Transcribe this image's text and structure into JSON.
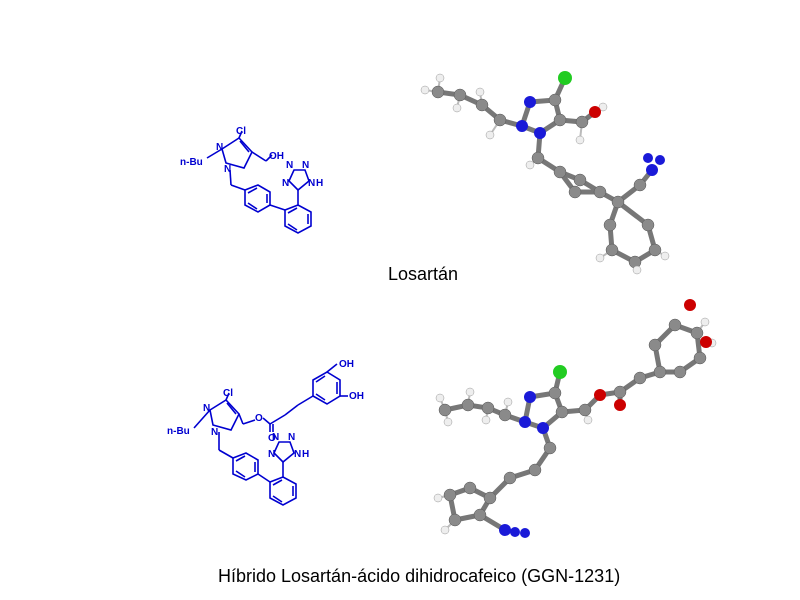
{
  "molecules": [
    {
      "caption": "Losartán",
      "labels": {
        "cl": "Cl",
        "nbu": "n-Bu",
        "n3": "N",
        "n1": "N",
        "oh": "OH",
        "tz_n1": "N",
        "tz_n2": "N",
        "tz_n3": "N",
        "tz_n4": "N",
        "tz_h": "H"
      }
    },
    {
      "caption": "Híbrido Losartán-ácido dihidrocafeico (GGN-1231)",
      "labels": {
        "cl": "Cl",
        "nbu": "n-Bu",
        "n3": "N",
        "n1": "N",
        "o_ester": "O",
        "o_carbonyl": "O",
        "oh1": "OH",
        "oh2": "OH",
        "tz_n1": "N",
        "tz_n2": "N",
        "tz_n3": "N",
        "tz_n4": "N",
        "tz_h": "H"
      }
    }
  ],
  "colors": {
    "skeletal": "#0000d0",
    "carbon": "#808080",
    "hydrogen": "#ffffff",
    "nitrogen": "#1a1ad8",
    "oxygen": "#cc0000",
    "chlorine": "#22cc22",
    "background": "#ffffff"
  }
}
